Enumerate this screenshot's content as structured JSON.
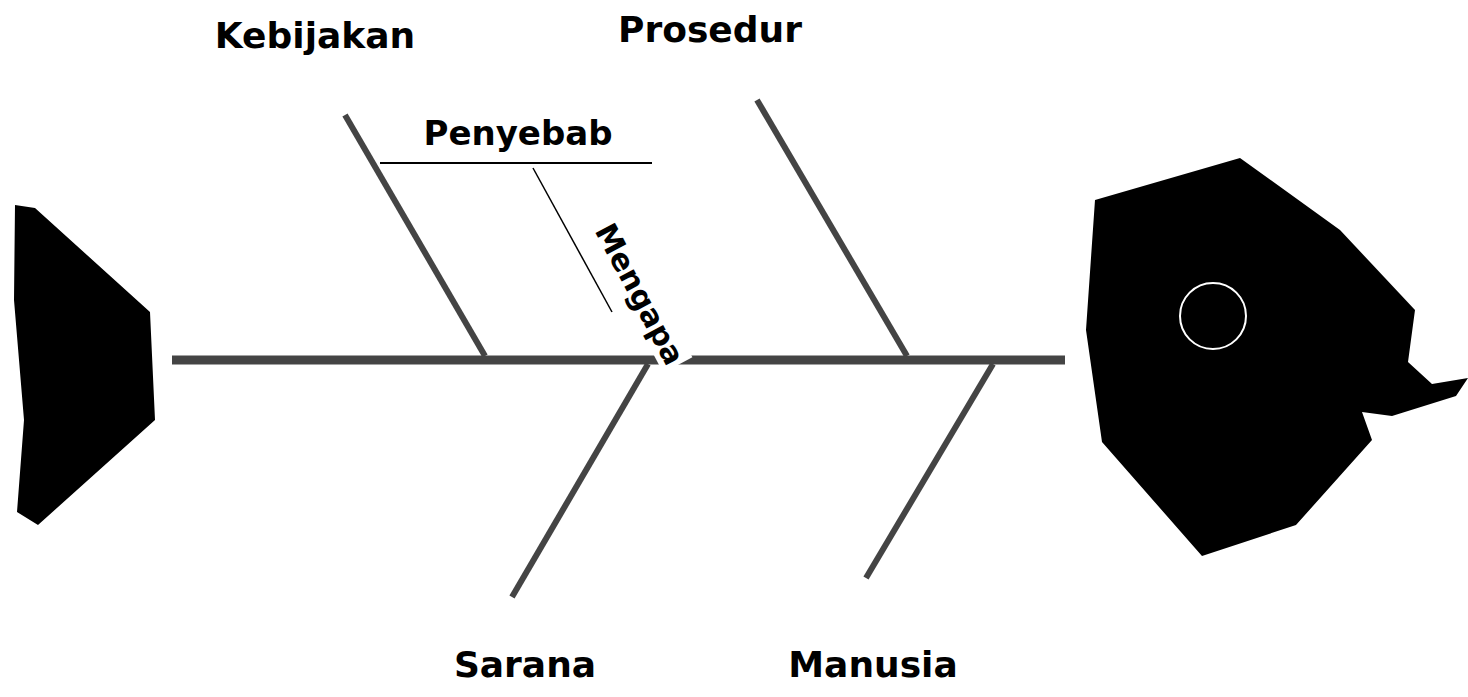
{
  "diagram": {
    "labels": [
      "Kebijakan",
      "Prosedur",
      "Penyebab",
      "Mengapa",
      "Sarana",
      "Manusia"
    ]
  }
}
